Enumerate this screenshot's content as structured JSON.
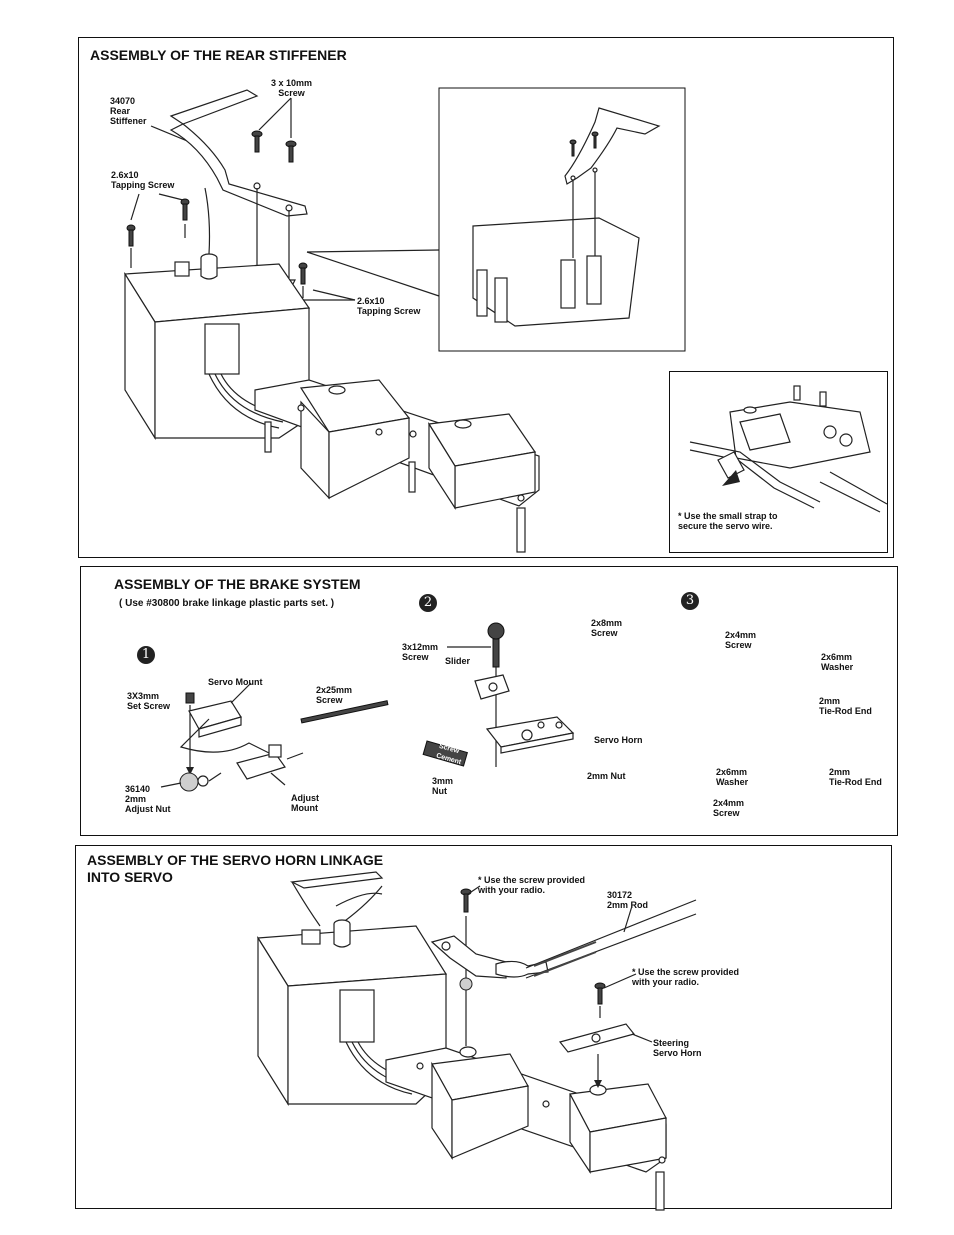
{
  "sections": {
    "rear_stiffener": {
      "title": "ASSEMBLY OF THE REAR STIFFENER",
      "labels": {
        "part_34070": "34070\nRear\nStiffener",
        "screw_3x10": "3 x 10mm\nScrew",
        "tapping_left": "2.6x10\nTapping Screw",
        "tapping_right": "2.6x10\nTapping Screw"
      },
      "note": "* Use the small strap to\n   secure the servo wire."
    },
    "brake_system": {
      "title": "ASSEMBLY OF THE BRAKE SYSTEM",
      "subtitle": "( Use #30800 brake linkage plastic parts set. )",
      "steps": [
        "1",
        "2",
        "3"
      ],
      "step1": {
        "set_screw": "3X3mm\nSet Screw",
        "servo_mount": "Servo Mount",
        "screw_2x25": "2x25mm\nScrew",
        "adjust_nut": "36140\n2mm\nAdjust Nut",
        "adjust_mount": "Adjust\n Mount"
      },
      "step2": {
        "screw_3x12": "3x12mm\nScrew",
        "slider": "Slider",
        "screw_2x8": "2x8mm\nScrew",
        "servo_horn": "Servo Horn",
        "nut_3mm": "3mm\nNut",
        "nut_2mm": "2mm Nut",
        "cement": "Screw\nCement"
      },
      "step3": {
        "screw_2x4_top": "2x4mm\nScrew",
        "washer_2x6_top": "2x6mm\nWasher",
        "tie_rod_top": "2mm\nTie-Rod End",
        "washer_2x6_bottom": "2x6mm\nWasher",
        "tie_rod_bottom": "2mm\nTie-Rod End",
        "screw_2x4_bottom": "2x4mm\nScrew"
      }
    },
    "servo_horn_linkage": {
      "title": "ASSEMBLY OF THE SERVO HORN LINKAGE\nINTO SERVO",
      "labels": {
        "screw_radio_1": "* Use the screw provided\n   with your radio.",
        "rod_30172": "30172\n2mm Rod",
        "screw_radio_2": "* Use the screw provided\n   with your radio.",
        "steering_horn": "Steering\nServo Horn"
      }
    }
  }
}
